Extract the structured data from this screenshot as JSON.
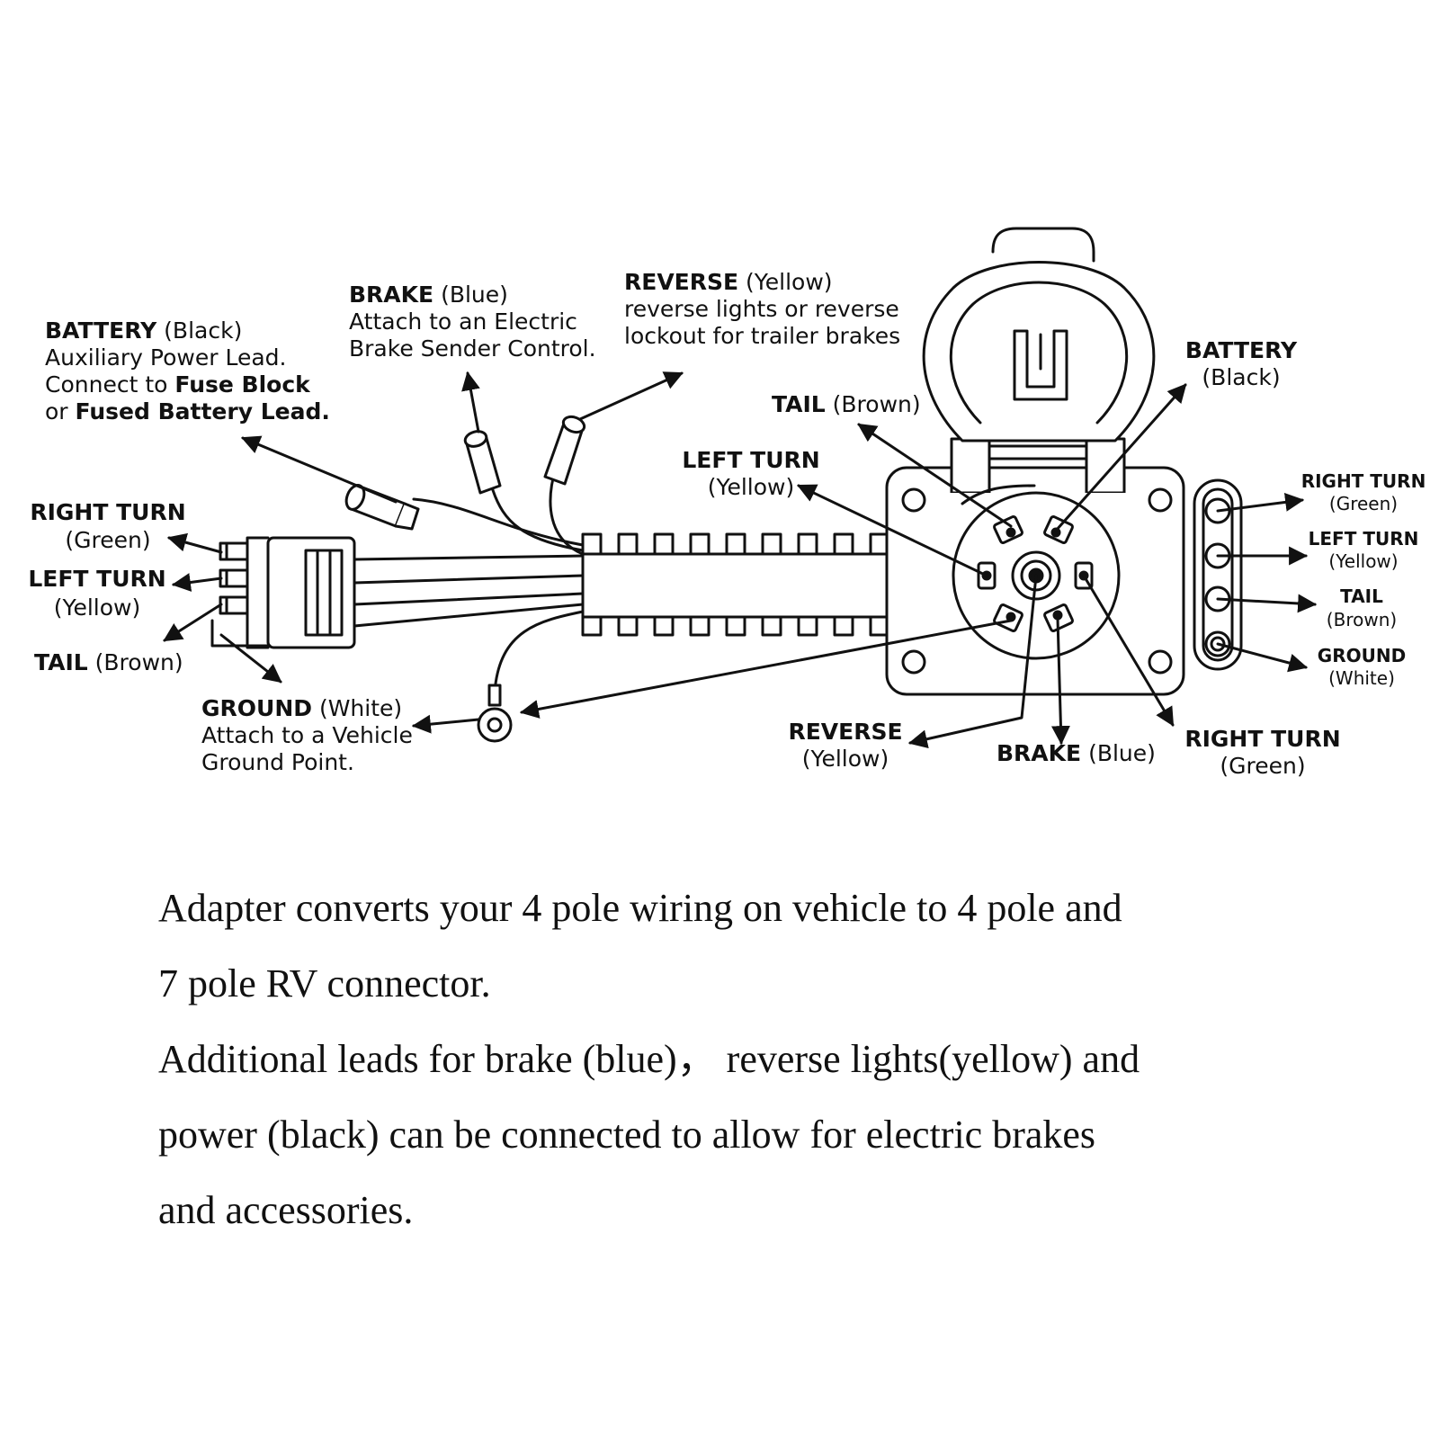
{
  "harness_labels": {
    "battery_lead": {
      "name": "BATTERY",
      "color": "(Black)",
      "line1": "Auxiliary Power Lead.",
      "line2_pre": "Connect to ",
      "line2_bold": "Fuse Block",
      "line3_pre": "or ",
      "line3_bold": "Fused Battery Lead."
    },
    "brake_lead": {
      "name": "BRAKE",
      "color": "(Blue)",
      "line1": "Attach to an Electric",
      "line2": "Brake Sender Control."
    },
    "reverse_lead": {
      "name": "REVERSE",
      "color": "(Yellow)",
      "line1": "reverse lights or reverse",
      "line2": "lockout for trailer brakes"
    },
    "right_turn": {
      "name": "RIGHT TURN",
      "color": "(Green)"
    },
    "left_turn": {
      "name": "LEFT TURN",
      "color": "(Yellow)"
    },
    "tail": {
      "name": "TAIL",
      "color": "(Brown)"
    },
    "ground_lead": {
      "name": "GROUND",
      "color": "(White)",
      "line1": "Attach to a Vehicle",
      "line2": "Ground Point."
    }
  },
  "seven_pole_labels": {
    "tail": {
      "name": "TAIL",
      "color": "(Brown)"
    },
    "left_turn": {
      "name": "LEFT TURN",
      "color": "(Yellow)"
    },
    "battery": {
      "name": "BATTERY",
      "color": "(Black)"
    },
    "reverse": {
      "name": "REVERSE",
      "color": "(Yellow)"
    },
    "brake": {
      "name": "BRAKE",
      "color": "(Blue)"
    },
    "right_turn": {
      "name": "RIGHT TURN",
      "color": "(Green)"
    }
  },
  "four_pole_labels": {
    "right_turn": {
      "name": "RIGHT TURN",
      "color": "(Green)"
    },
    "left_turn": {
      "name": "LEFT TURN",
      "color": "(Yellow)"
    },
    "tail": {
      "name": "TAIL",
      "color": "(Brown)"
    },
    "ground": {
      "name": "GROUND",
      "color": "(White)"
    }
  },
  "caption": {
    "line1": "Adapter converts your 4 pole wiring on vehicle to 4 pole and",
    "line2": "7 pole RV connector.",
    "line3": "Additional leads for brake (blue)， reverse lights(yellow) and",
    "line4": "power (black) can be connected to allow for electric brakes",
    "line5": "and accessories."
  },
  "colors": {
    "ink": "#111111",
    "background": "#ffffff"
  }
}
